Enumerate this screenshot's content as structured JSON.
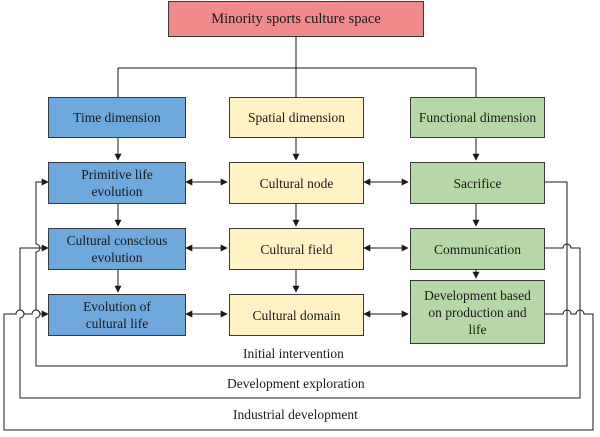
{
  "title": "Minority sports culture space",
  "columns": {
    "time": {
      "header": "Time dimension",
      "items": [
        "Primitive life evolution",
        "Cultural conscious evolution",
        "Evolution of cultural life"
      ]
    },
    "spatial": {
      "header": "Spatial dimension",
      "items": [
        "Cultural node",
        "Cultural field",
        "Cultural domain"
      ]
    },
    "functional": {
      "header": "Functional dimension",
      "items": [
        "Sacrifice",
        "Communication",
        "Development based on production and life"
      ]
    }
  },
  "loops": [
    "Initial intervention",
    "Development exploration",
    "Industrial development"
  ],
  "colors": {
    "title_fill": "#f08a8c",
    "time_fill": "#6fa8dc",
    "spatial_fill": "#fff2c4",
    "functional_fill": "#b6d7a8"
  }
}
